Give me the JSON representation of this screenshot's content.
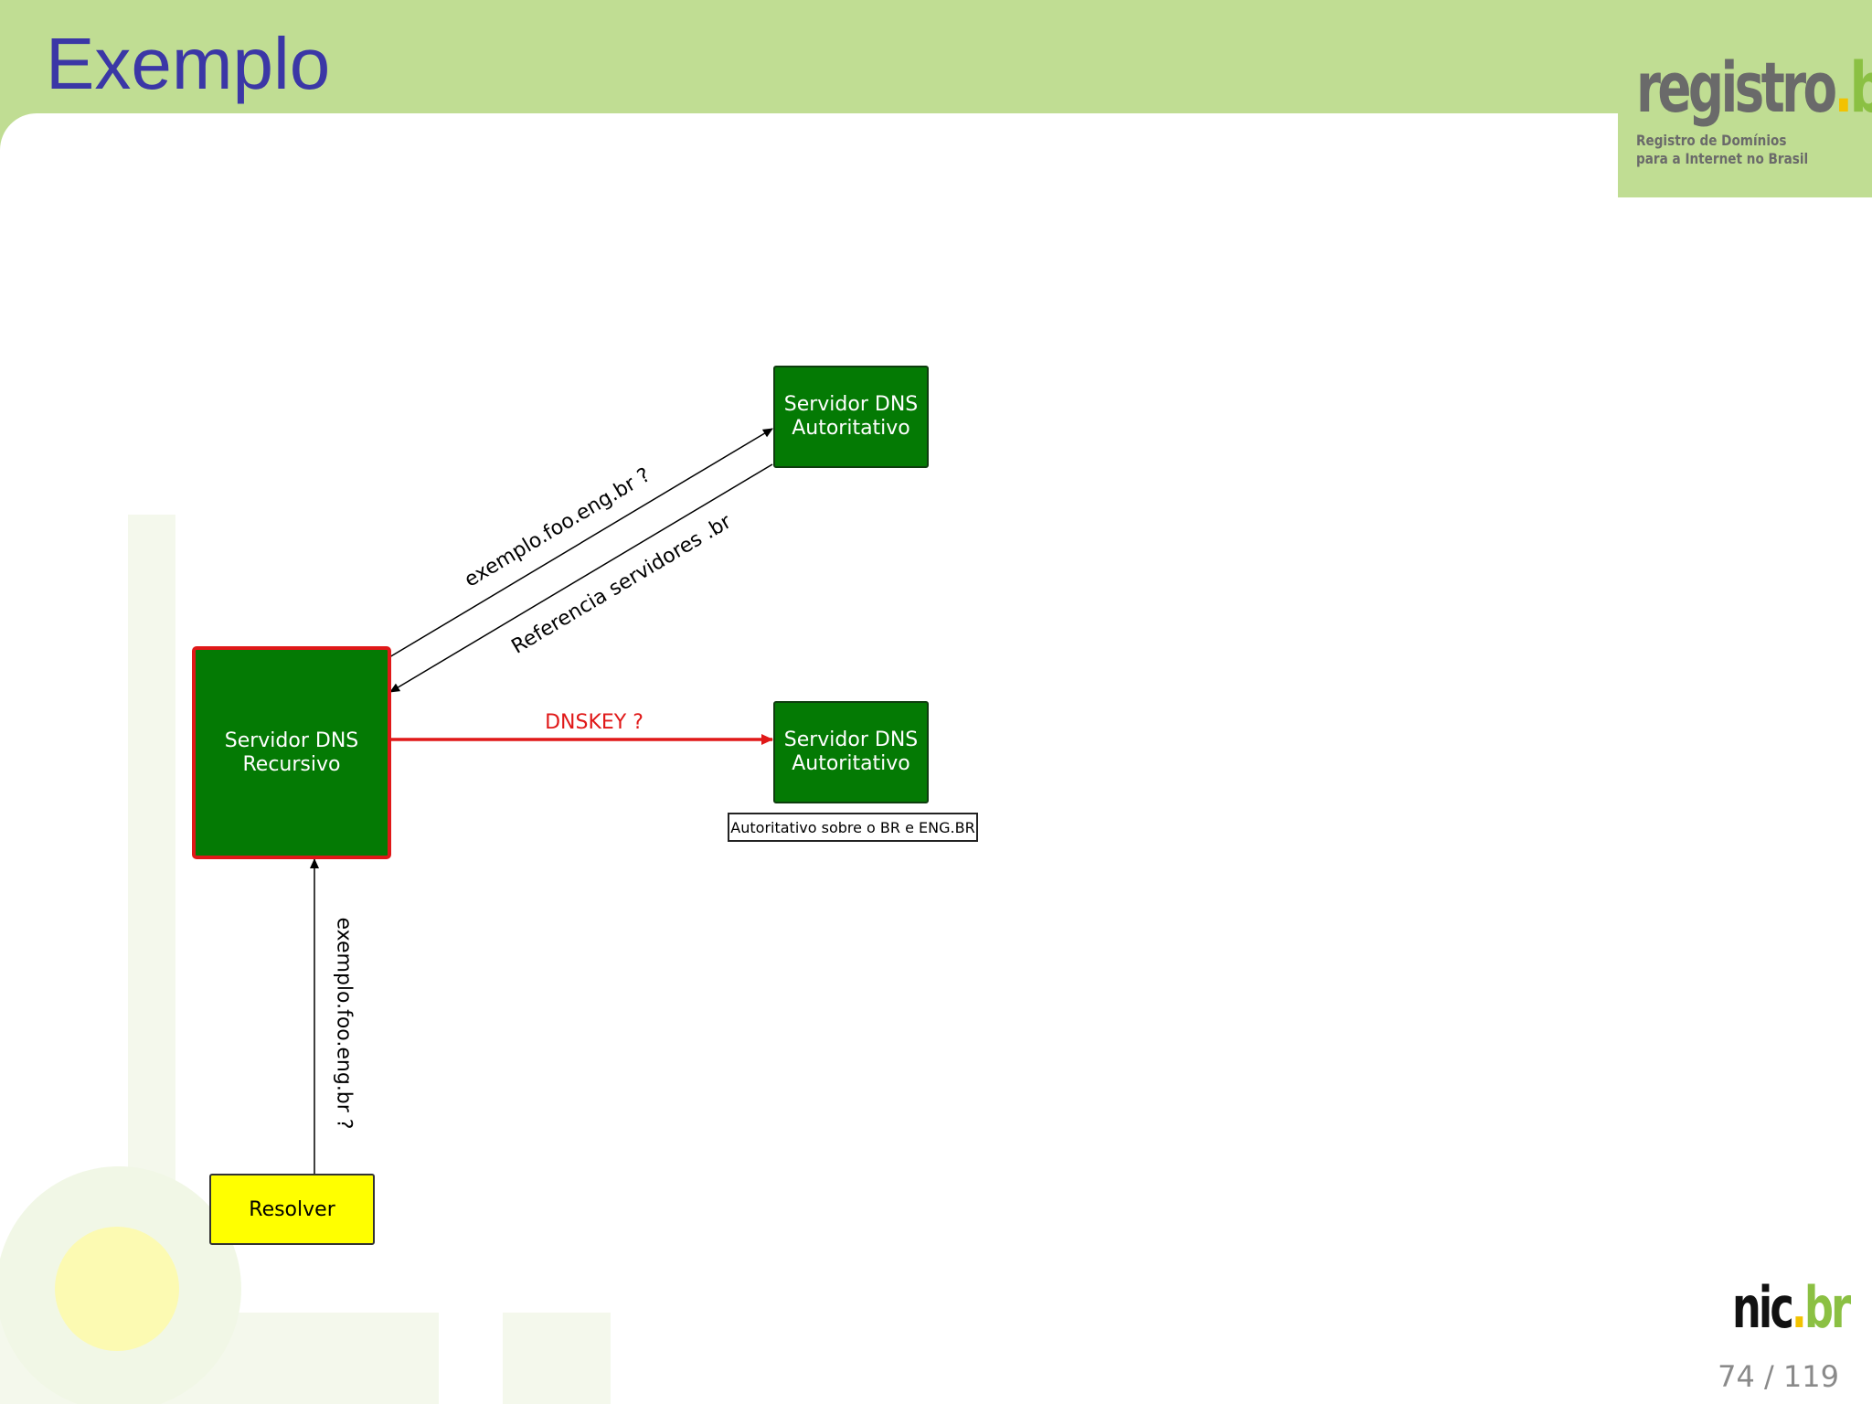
{
  "slide": {
    "title": "Exemplo",
    "page_current": "74",
    "page_separator": "/",
    "page_total": "119"
  },
  "branding": {
    "registro_logo": {
      "word_main": "registro",
      "word_dot": ".",
      "word_tld": "br",
      "tagline_line1": "Registro de Domínios",
      "tagline_line2": "para a Internet no Brasil"
    },
    "nic_logo": {
      "word_main": "nic",
      "word_dot": ".",
      "word_tld": "br"
    },
    "colors": {
      "header_green": "#c0dd93",
      "title_blue": "#3b37a6",
      "logo_grey": "#6a6a6a",
      "logo_green": "#8bc043",
      "logo_yellow": "#f2c200"
    }
  },
  "diagram": {
    "nodes": {
      "auth_top": {
        "label": "Servidor DNS\nAutoritativo",
        "fill": "#047a04"
      },
      "auth_bottom": {
        "label": "Servidor DNS\nAutoritativo",
        "fill": "#047a04"
      },
      "recursive": {
        "label": "Servidor DNS\nRecursivo",
        "fill": "#047a04",
        "border": "#e01818"
      },
      "resolver": {
        "label": "Resolver",
        "fill": "#ffff00"
      }
    },
    "note": "Autoritativo sobre o BR e ENG.BR",
    "edges": {
      "query_up": "exemplo.foo.eng.br ?",
      "referral_back": "Referencia servidores .br",
      "dnskey": "DNSKEY ?",
      "resolver_query": "exemplo.foo.eng.br ?"
    },
    "edge_colors": {
      "normal": "#000000",
      "highlight": "#e01818"
    }
  }
}
